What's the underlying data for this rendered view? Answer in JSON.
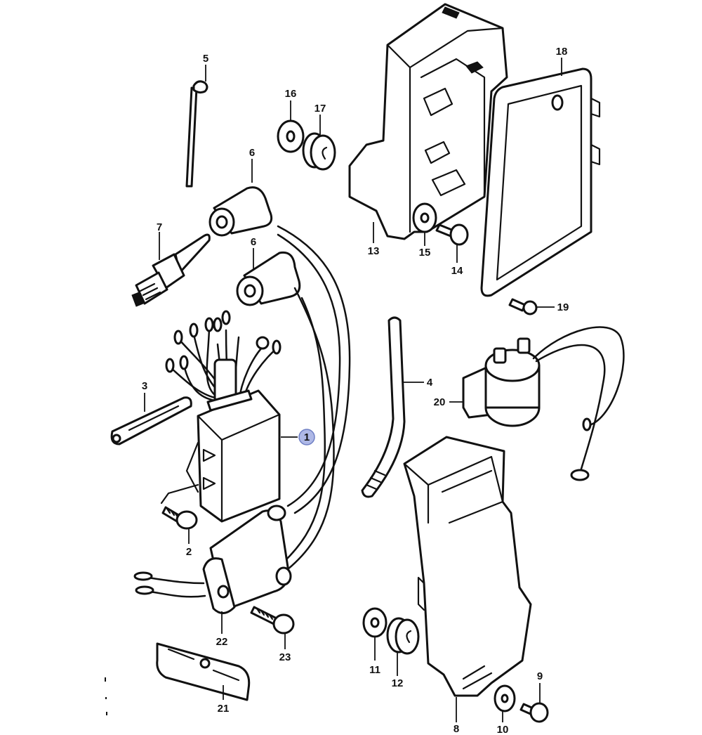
{
  "diagram": {
    "callouts": [
      {
        "id": "1",
        "text": "1",
        "highlighted": true
      },
      {
        "id": "2",
        "text": "2"
      },
      {
        "id": "3",
        "text": "3"
      },
      {
        "id": "4",
        "text": "4"
      },
      {
        "id": "5",
        "text": "5"
      },
      {
        "id": "6a",
        "text": "6"
      },
      {
        "id": "6b",
        "text": "6"
      },
      {
        "id": "7",
        "text": "7"
      },
      {
        "id": "8",
        "text": "8"
      },
      {
        "id": "9",
        "text": "9"
      },
      {
        "id": "10",
        "text": "10"
      },
      {
        "id": "11",
        "text": "11"
      },
      {
        "id": "12",
        "text": "12"
      },
      {
        "id": "13",
        "text": "13"
      },
      {
        "id": "14",
        "text": "14"
      },
      {
        "id": "15",
        "text": "15"
      },
      {
        "id": "16",
        "text": "16"
      },
      {
        "id": "17",
        "text": "17"
      },
      {
        "id": "18",
        "text": "18"
      },
      {
        "id": "19",
        "text": "19"
      },
      {
        "id": "20",
        "text": "20"
      },
      {
        "id": "21",
        "text": "21"
      },
      {
        "id": "22",
        "text": "22"
      },
      {
        "id": "23",
        "text": "23"
      }
    ],
    "colors": {
      "ink": "#111111",
      "highlight": "#aeb8e6",
      "background": "#ffffff"
    }
  }
}
